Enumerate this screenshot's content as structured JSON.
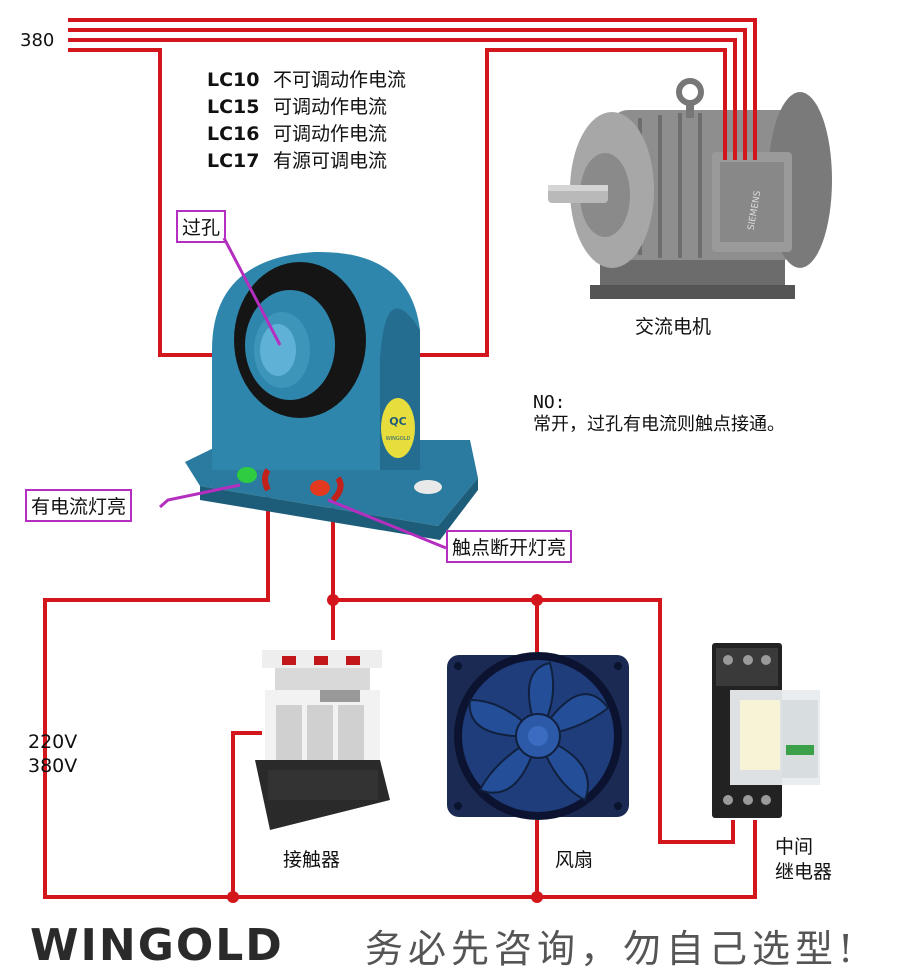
{
  "supply_voltage": "380",
  "sensor_models": [
    {
      "code": "LC10",
      "desc": "不可调动作电流"
    },
    {
      "code": "LC15",
      "desc": "可调动作电流"
    },
    {
      "code": "LC16",
      "desc": "可调动作电流"
    },
    {
      "code": "LC17",
      "desc": "有源可调电流"
    }
  ],
  "callouts": {
    "hole": "过孔",
    "current_led": "有电流灯亮",
    "contact_open_led": "触点断开灯亮"
  },
  "motor": {
    "label": "交流电机",
    "brand_plate": "SIEMENS"
  },
  "sensor_logo": "QC",
  "sensor_sublogo": "WINGOLD",
  "contact_note": {
    "title": "NO:",
    "text": "常开，过孔有电流则触点接通。"
  },
  "load_voltage": [
    "220V",
    "380V"
  ],
  "loads": {
    "contactor": "接触器",
    "fan": "风扇",
    "relay_line1": "中间",
    "relay_line2": "继电器"
  },
  "footer": {
    "brand": "WINGOLD",
    "slogan": "务必先咨询，勿自己选型!"
  },
  "colors": {
    "wire": "#d3161c",
    "callout_border": "#b42fbf",
    "sensor_body": "#2d7ea3",
    "fan_blue": "#1f3d7a"
  }
}
